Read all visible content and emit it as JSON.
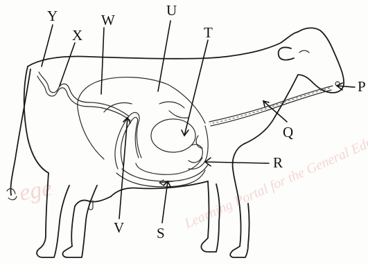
{
  "labels": {
    "Y": "Y",
    "X": "X",
    "W": "W",
    "U": "U",
    "T": "T",
    "P": "P",
    "Q": "Q",
    "R": "R",
    "V": "V",
    "S": "S"
  },
  "watermark": {
    "text1": "Learning Portal for the General Education",
    "text2": "ege"
  },
  "colors": {
    "ink": "#1a1a1a",
    "watermark": "#e8a9a6",
    "paper": "#fdfdfb"
  }
}
